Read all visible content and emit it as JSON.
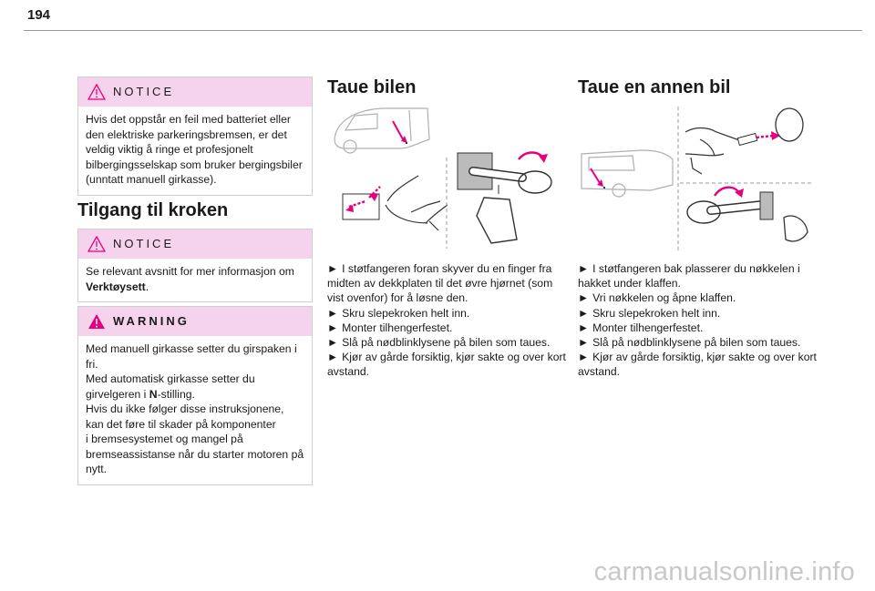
{
  "page": {
    "number": "194"
  },
  "notice1": {
    "label": "NOTICE",
    "text": "Hvis det oppstår en feil med batteriet eller den elektriske parkeringsbremsen, er det veldig viktig å ringe et profesjonelt bilbergingsselskap som bruker bergingsbiler (unntatt manuell girkasse)."
  },
  "section_hook": {
    "title": "Tilgang til kroken"
  },
  "notice2": {
    "label": "NOTICE",
    "text_before": "Se relevant avsnitt for mer informasjon om ",
    "bold": "Verktøysett",
    "text_after": "."
  },
  "warning": {
    "label": "WARNING",
    "lines": [
      "Med manuell girkasse setter du girspaken i fri.",
      "Med automatisk girkasse setter du",
      "girvelgeren i ",
      "Hvis du ikke følger disse instruksjonene,",
      "kan det føre til skader på komponenter",
      "i bremsesystemet og mangel på",
      "bremseassistanse når du starter motoren på",
      "nytt."
    ],
    "bold_n": "N",
    "stilling": "-stilling."
  },
  "tow_car": {
    "title": "Taue bilen",
    "arrow": "►",
    "steps": [
      "I støtfangeren foran skyver du en finger fra midten av dekkplaten til det øvre hjørnet (som vist ovenfor) for å løsne den.",
      "Skru slepekroken helt inn.",
      "Monter tilhengerfestet.",
      "Slå på nødblinklysene på bilen som taues.",
      "Kjør av gårde forsiktig, kjør sakte og over kort avstand."
    ]
  },
  "tow_other": {
    "title": "Taue en annen bil",
    "arrow": "►",
    "steps": [
      "I støtfangeren bak plasserer du nøkkelen i hakket under klaffen.",
      "Vri nøkkelen og åpne klaffen.",
      "Skru slepekroken helt inn.",
      "Monter tilhengerfestet.",
      "Slå på nødblinklysene på bilen som taues.",
      "Kjør av gårde forsiktig, kjør sakte og over kort avstand."
    ]
  },
  "watermark": "carmanualsonline.info",
  "colors": {
    "notice_header": "#f6d3ec",
    "accent_pink": "#e6007e",
    "warn_icon": "#e6007e"
  }
}
